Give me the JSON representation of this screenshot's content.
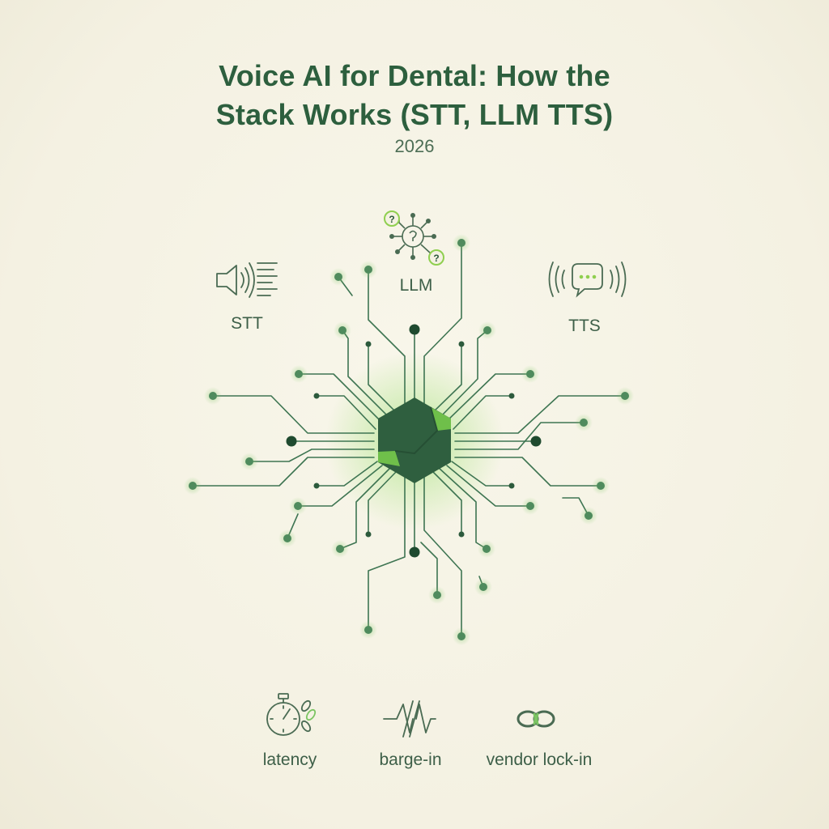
{
  "header": {
    "title_line1": "Voice AI for Dental: How the",
    "title_line2": "Stack Works (STT, LLM TTS)",
    "year": "2026"
  },
  "stack": {
    "stt": "STT",
    "llm": "LLM",
    "tts": "TTS"
  },
  "concerns": {
    "latency": "latency",
    "barge_in": "barge-in",
    "vendor_lock_in": "vendor lock-in"
  },
  "colors": {
    "background": "#f6f3e6",
    "circuit_line": "#3e7552",
    "node_dark": "#2c5a3c",
    "node_glow": "#7cc563",
    "hexagon": "#2f5f3f",
    "hexagon_accent": "#6fbf4a"
  },
  "icons": {
    "stt": "speaker-with-text-icon",
    "llm": "neural-network-question-icon",
    "tts": "speech-bubble-waves-icon",
    "latency": "stopwatch-chain-icon",
    "barge_in": "waveform-interrupt-icon",
    "vendor_lock_in": "chain-link-icon",
    "center": "hexagon-chip-icon"
  }
}
